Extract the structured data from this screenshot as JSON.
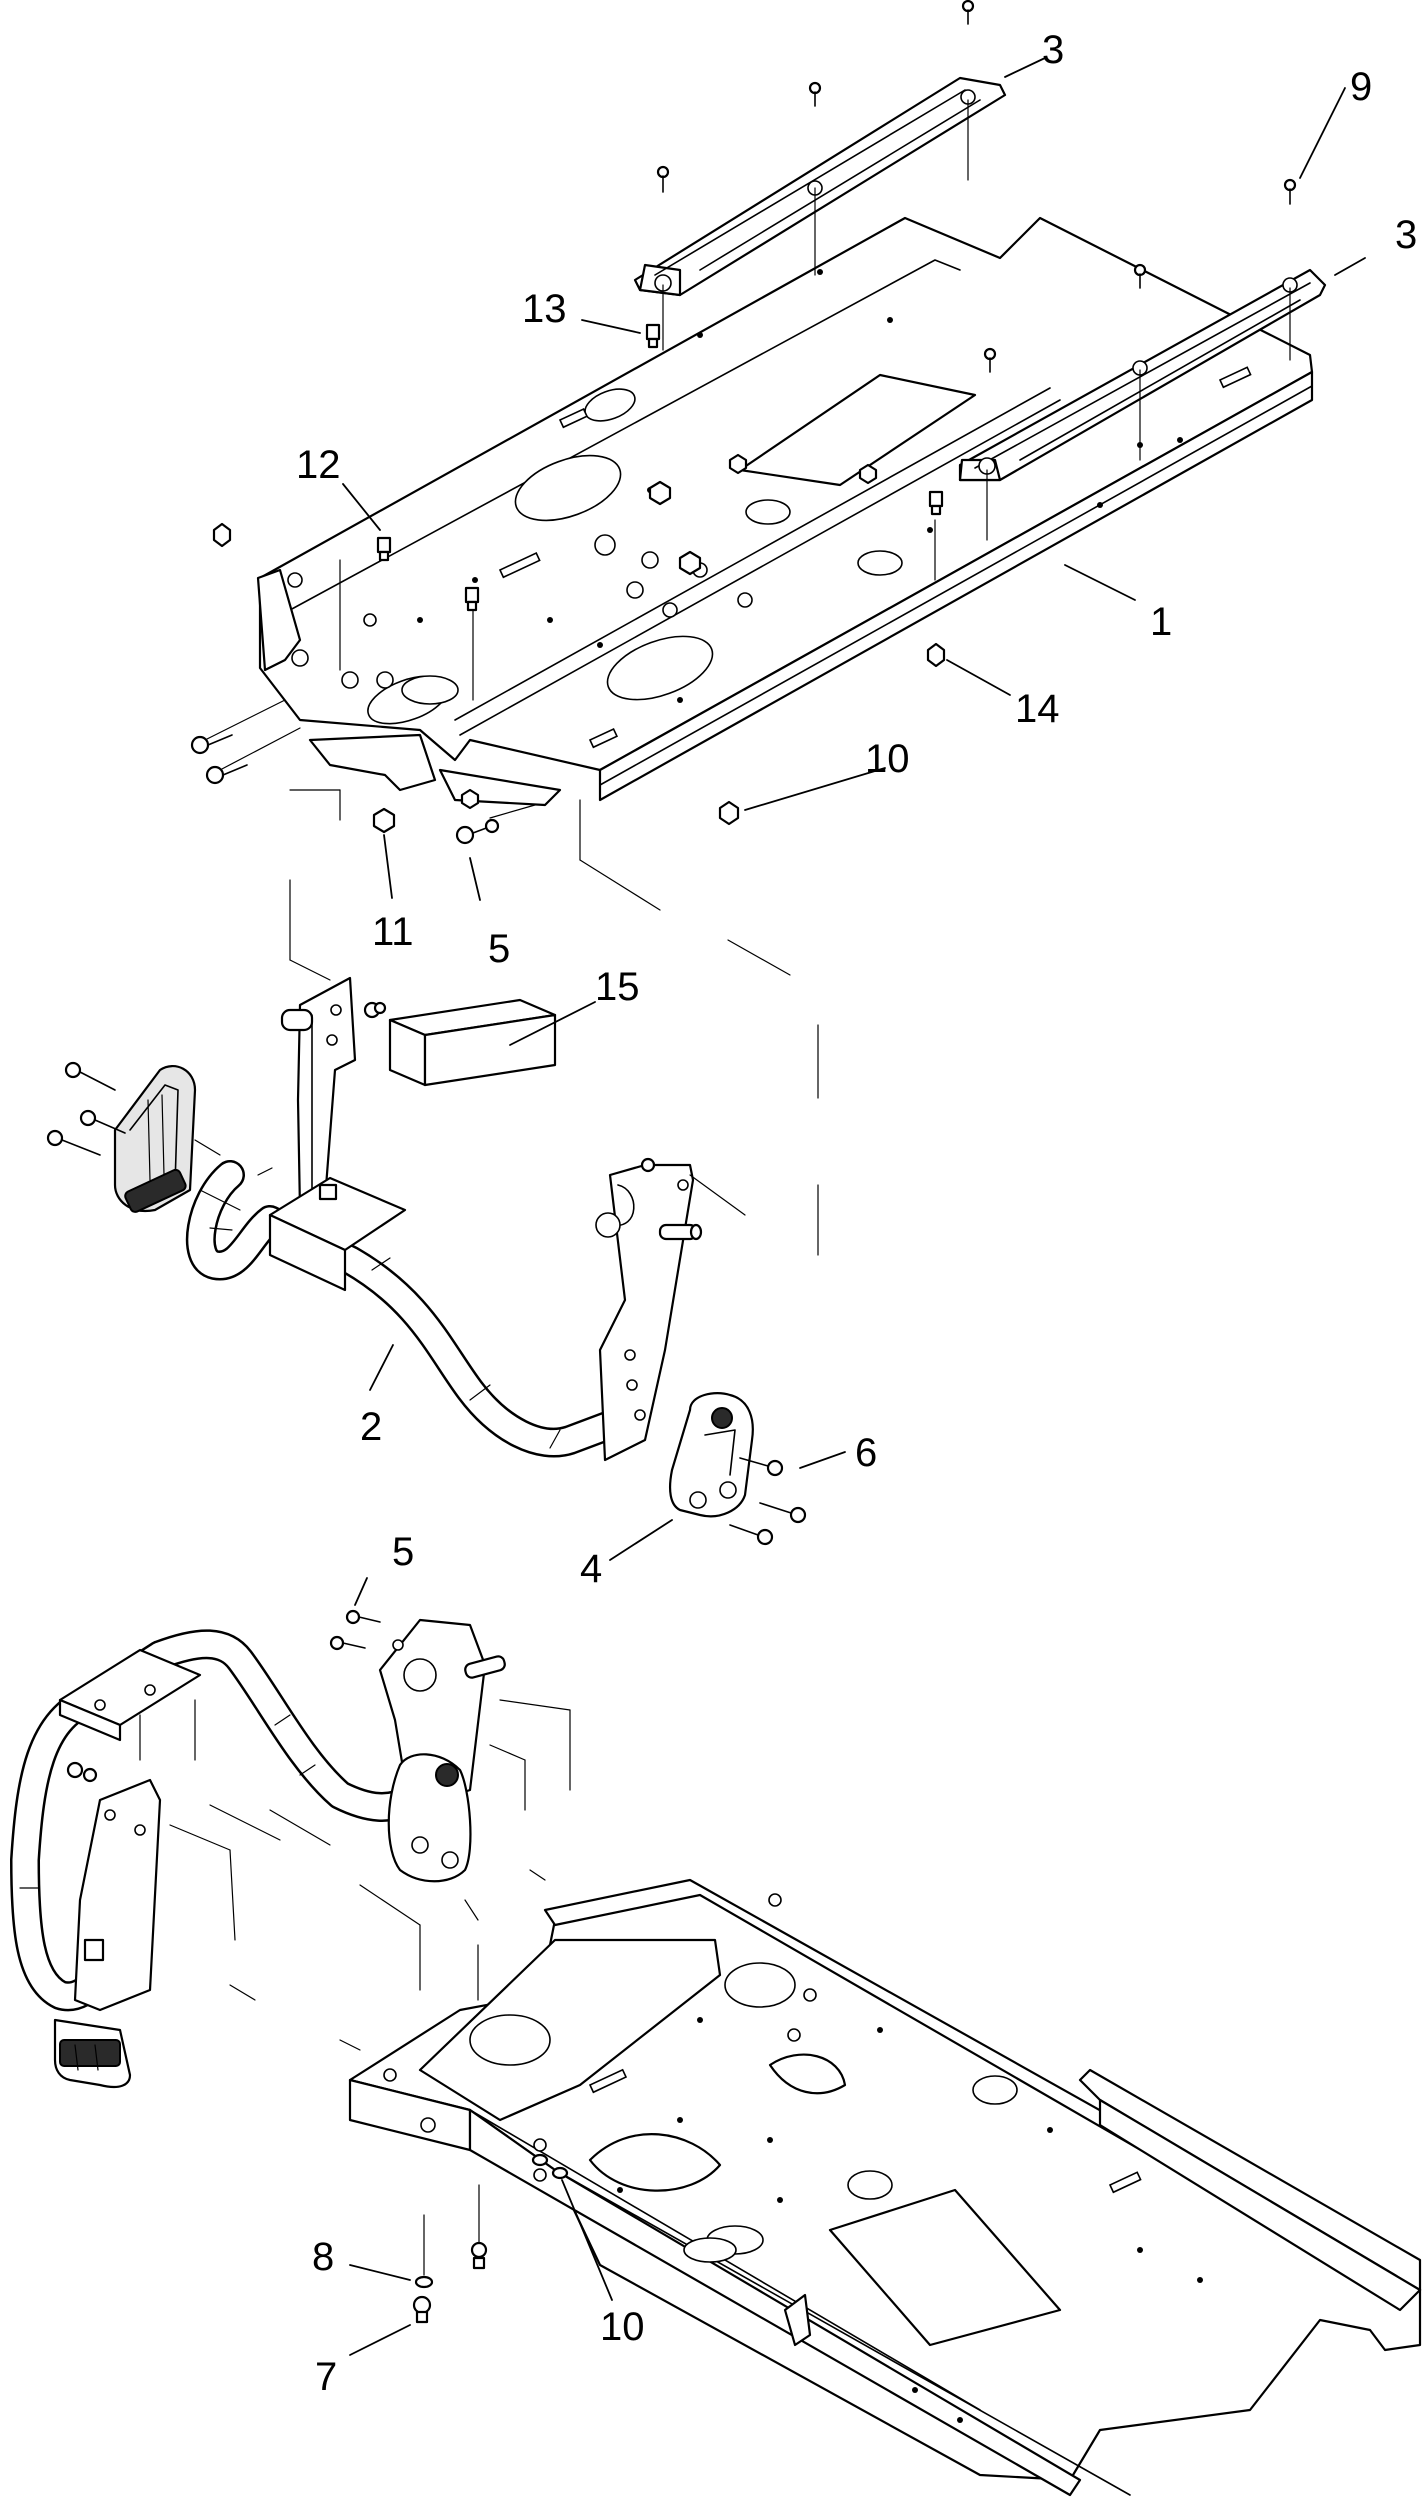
{
  "callouts": {
    "c1": "1",
    "c2": "2",
    "c3a": "3",
    "c3b": "3",
    "c4": "4",
    "c5a": "5",
    "c5b": "5",
    "c6": "6",
    "c7": "7",
    "c8": "8",
    "c9": "9",
    "c10a": "10",
    "c10b": "10",
    "c11": "11",
    "c12": "12",
    "c13": "13",
    "c14": "14",
    "c15": "15"
  }
}
